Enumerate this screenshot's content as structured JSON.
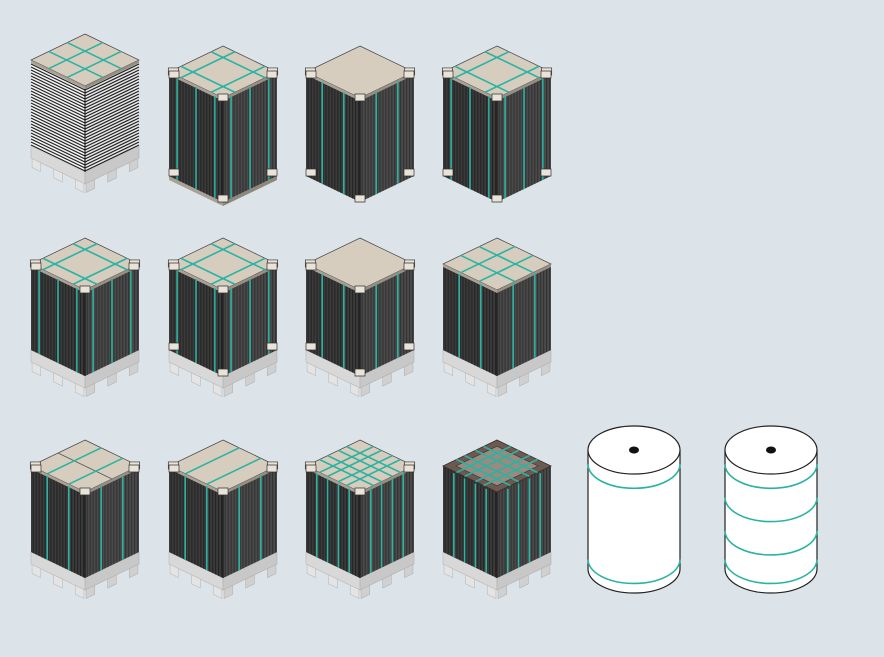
{
  "colors": {
    "background": "#dce3e9",
    "strap": "#2bb3a2",
    "board_top": "#d6cdbf",
    "board_edge": "#a9a195",
    "stack_left": "#3b3b3b",
    "stack_right": "#4a4a4a",
    "stack_line": "#1c1c1c",
    "pallet_top": "#f4f4f4",
    "pallet_left": "#d8d8d8",
    "pallet_right": "#c8c8c8",
    "corner_protector": "#e9e3d8",
    "frame": "#6b5a52",
    "roll_body": "#ffffff",
    "roll_outline": "#222222",
    "roll_core": "#111111"
  },
  "packages": [
    {
      "id": "pkg-1",
      "row": 1,
      "col": 1,
      "stack": "sheets-light",
      "pallet": true,
      "top": "board",
      "top_straps": "cross-double",
      "corners": "none",
      "side_straps": 0
    },
    {
      "id": "pkg-2",
      "row": 1,
      "col": 2,
      "stack": "dark",
      "pallet": false,
      "base": "board",
      "top": "board",
      "top_straps": "square",
      "corners": "top-bottom",
      "side_straps": 3
    },
    {
      "id": "pkg-3",
      "row": 1,
      "col": 3,
      "stack": "dark",
      "pallet": false,
      "base": "none",
      "top": "board",
      "top_straps": "none",
      "corners": "top-bottom",
      "side_straps": 2
    },
    {
      "id": "pkg-4",
      "row": 1,
      "col": 4,
      "stack": "dark",
      "pallet": false,
      "base": "none",
      "top": "board",
      "top_straps": "square",
      "corners": "top-bottom",
      "side_straps": 3
    },
    {
      "id": "pkg-5",
      "row": 2,
      "col": 1,
      "stack": "dark",
      "pallet": true,
      "top": "board",
      "top_straps": "square",
      "corners": "top",
      "side_straps": 3
    },
    {
      "id": "pkg-6",
      "row": 2,
      "col": 2,
      "stack": "dark",
      "pallet": true,
      "top": "board",
      "top_straps": "square",
      "corners": "top-bottom",
      "side_straps": 3
    },
    {
      "id": "pkg-7",
      "row": 2,
      "col": 3,
      "stack": "dark",
      "pallet": true,
      "top": "board",
      "top_straps": "none",
      "corners": "top-bottom",
      "side_straps": 2
    },
    {
      "id": "pkg-8",
      "row": 2,
      "col": 4,
      "stack": "dark",
      "pallet": true,
      "top": "board",
      "top_straps": "cross-double",
      "corners": "none",
      "side_straps": 2
    },
    {
      "id": "pkg-9",
      "row": 3,
      "col": 1,
      "stack": "dark",
      "pallet": true,
      "top": "board-split",
      "top_straps": "double-one-way",
      "corners": "top",
      "side_straps": 2
    },
    {
      "id": "pkg-10",
      "row": 3,
      "col": 2,
      "stack": "dark",
      "pallet": true,
      "top": "board",
      "top_straps": "double-one-way",
      "corners": "top",
      "side_straps": 2
    },
    {
      "id": "pkg-11",
      "row": 3,
      "col": 3,
      "stack": "dark",
      "pallet": true,
      "top": "board",
      "top_straps": "double-cross",
      "corners": "top",
      "side_straps": 4
    },
    {
      "id": "pkg-12",
      "row": 3,
      "col": 4,
      "stack": "dark",
      "pallet": true,
      "top": "frame",
      "top_straps": "double-cross",
      "corners": "none",
      "side_straps": 4
    }
  ],
  "rolls": [
    {
      "id": "roll-1",
      "bands": 2
    },
    {
      "id": "roll-2",
      "bands": 4
    }
  ]
}
